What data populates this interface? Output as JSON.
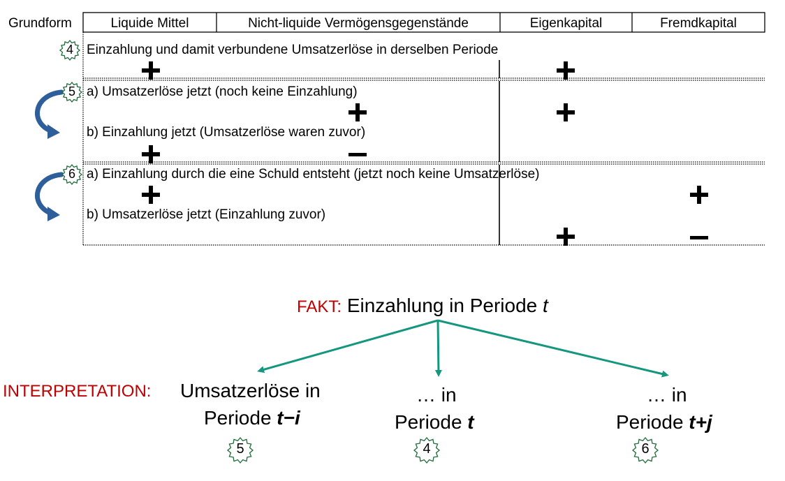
{
  "header": {
    "row_label": "Grundform",
    "columns": [
      "Liquide Mittel",
      "Nicht-liquide Vermögensgegenstände",
      "Eigenkapital",
      "Fremdkapital"
    ]
  },
  "rows": [
    {
      "badge": "4",
      "lines": [
        {
          "text": "Einzahlung und damit verbundene Umsatzerlöse in derselben Periode",
          "signs": {
            "liquide": "+",
            "eigenkapital": "+"
          }
        }
      ]
    },
    {
      "badge": "5",
      "lines": [
        {
          "text": "a) Umsatzerlöse jetzt (noch keine Einzahlung)",
          "signs": {
            "nicht_liquide": "+",
            "eigenkapital": "+"
          }
        },
        {
          "text": "b) Einzahlung jetzt (Umsatzerlöse waren zuvor)",
          "signs": {
            "liquide": "+",
            "nicht_liquide": "−"
          }
        }
      ]
    },
    {
      "badge": "6",
      "lines": [
        {
          "text": "a) Einzahlung durch die eine Schuld entsteht (jetzt noch keine Umsatzerlöse)",
          "signs": {
            "liquide": "+",
            "fremdkapital": "+"
          }
        },
        {
          "text": "b) Umsatzerlöse jetzt (Einzahlung zuvor)",
          "signs": {
            "eigenkapital": "+",
            "fremdkapital": "−"
          }
        }
      ]
    }
  ],
  "tree": {
    "fact_label": "FAKT:",
    "fact_text": "Einzahlung in Periode",
    "fact_var": "t",
    "interpretation_label": "INTERPRETATION:",
    "branches": [
      {
        "line1": "Umsatzerlöse in",
        "line2": "Periode",
        "var": "t−i",
        "badge": "5"
      },
      {
        "line1": "… in",
        "line2": "Periode",
        "var": "t",
        "badge": "4"
      },
      {
        "line1": "… in",
        "line2": "Periode",
        "var": "t+j",
        "badge": "6"
      }
    ]
  },
  "colors": {
    "arrow_green": "#14967f",
    "curved_arrow_blue": "#2e5f9a",
    "label_red": "#c00000",
    "badge_green": "#1f6b3a"
  }
}
